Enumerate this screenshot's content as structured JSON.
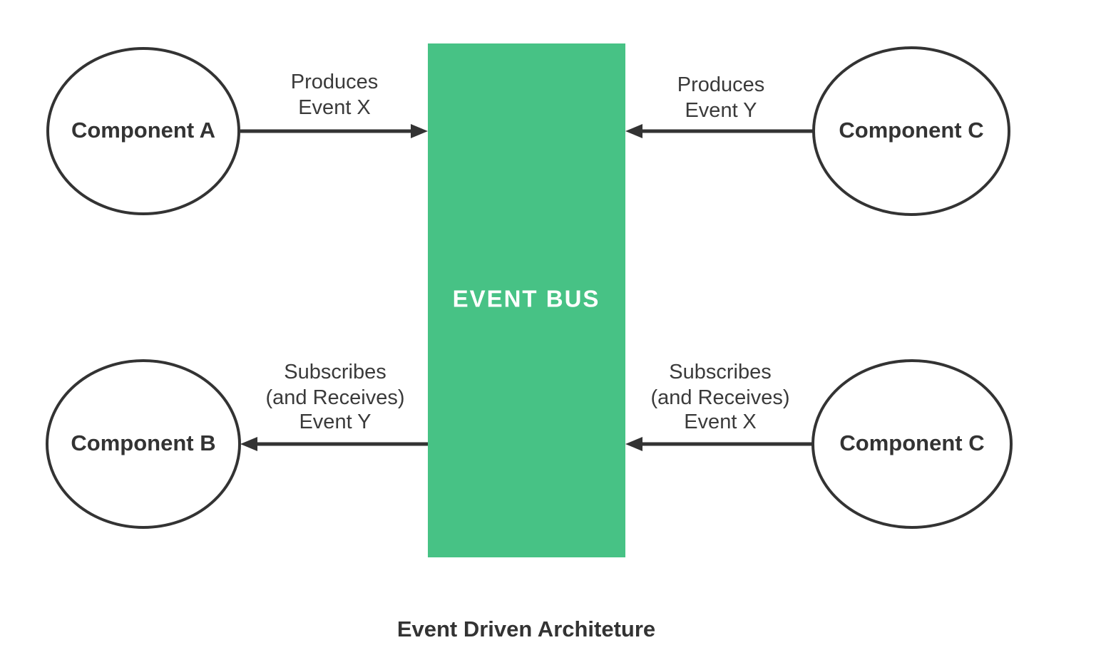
{
  "figure": {
    "caption": "Event Driven Architeture",
    "background_color": "#ffffff",
    "stroke_color": "#333333",
    "accent_color": "#47c285"
  },
  "bus": {
    "label": "EVENT BUS",
    "color": "#47c285",
    "text_color": "#ffffff"
  },
  "nodes": {
    "component_a": {
      "label": "Component A"
    },
    "component_b": {
      "label": "Component B"
    },
    "component_c_top": {
      "label": "Component C"
    },
    "component_c_bottom": {
      "label": "Component C"
    }
  },
  "edges": {
    "a_to_bus": {
      "lines": [
        "Produces",
        "Event X"
      ],
      "direction": "right"
    },
    "c_top_to_bus": {
      "lines": [
        "Produces",
        "Event Y"
      ],
      "direction": "left"
    },
    "bus_to_b": {
      "lines": [
        "Subscribes",
        "(and Receives)",
        "Event Y"
      ],
      "direction": "left"
    },
    "bus_to_c_bottom": {
      "lines": [
        "Subscribes",
        "(and Receives)",
        "Event X"
      ],
      "direction": "left"
    }
  }
}
